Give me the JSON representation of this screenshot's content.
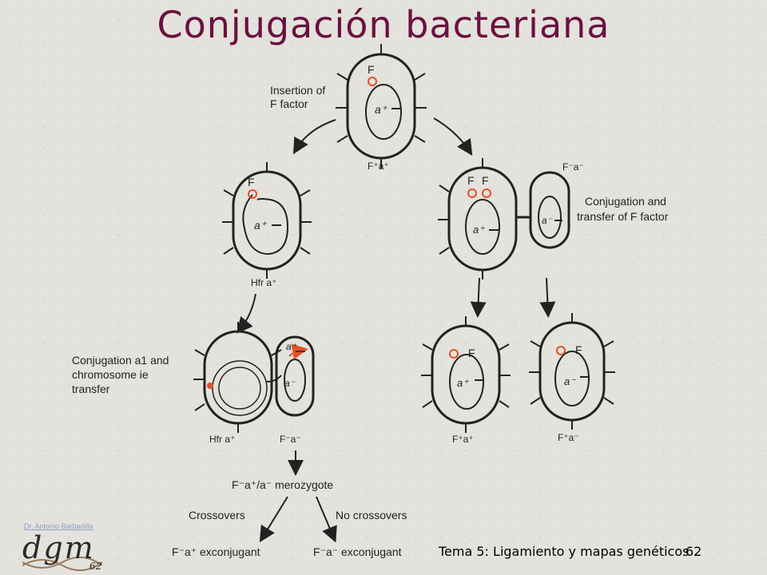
{
  "slide": {
    "title": "Conjugación bacteriana",
    "footer_text": "Tema 5: Ligamiento y mapas genéticos",
    "page_number": "62",
    "author": "Dr. Antonio Barbadilla",
    "logo_text": "dgm",
    "logo_number": "62"
  },
  "diagram": {
    "labels": {
      "insertion": [
        "Insertion of",
        "F factor"
      ],
      "conjugation_transfer": [
        "Conjugation and",
        "transfer of F factor"
      ],
      "conjugation_chromosome": [
        "Conjugation a1 and",
        "chromosome  ie",
        "transfer"
      ],
      "crossovers": "Crossovers",
      "no_crossovers": "No crossovers",
      "merozygote": "F⁻a⁺/a⁻ merozygote",
      "exconj_1": "F⁻a⁺ exconjugant",
      "exconj_2": "F⁻a⁻ exconjugant"
    },
    "cell_labels": {
      "top": "F⁺a⁺",
      "f_minus_a_minus": "F⁻a⁻",
      "hfr_mid": "Hfr a⁺",
      "hfr_bottom": "Hfr a⁺",
      "f_minus_bottom": "F⁻a⁻",
      "f_plus_a_plus": "F⁺a⁺",
      "f_plus_a_minus": "F⁺a⁻"
    },
    "symbols": {
      "F": "F",
      "a_plus": "a⁺",
      "a_minus": "a⁻"
    },
    "accent_color": "#e0522a",
    "title_color": "#6b1040"
  }
}
